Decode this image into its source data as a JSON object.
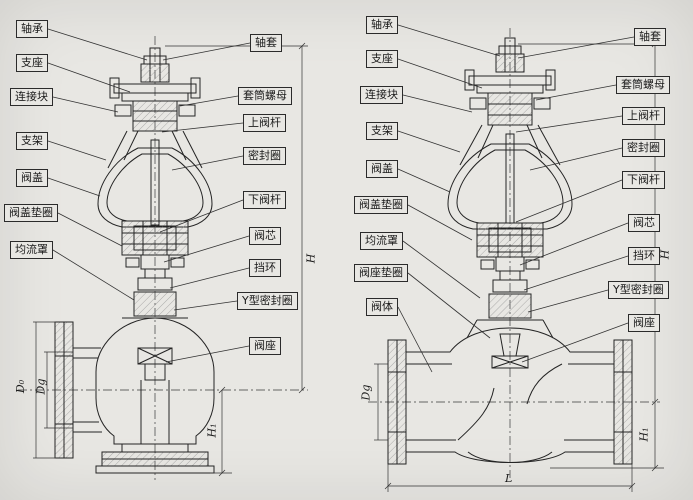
{
  "colors": {
    "background": "#e8e7e3",
    "ink": "#242424",
    "label_border": "#2b2b2b"
  },
  "left_diagram": {
    "labels_left": [
      "轴承",
      "支座",
      "连接块",
      "支架",
      "阀盖",
      "阀盖垫圈",
      "均流罩"
    ],
    "labels_right": [
      "轴套",
      "套筒螺母",
      "上阀杆",
      "密封圈",
      "下阀杆",
      "阀芯",
      "挡环",
      "Y型密封圈",
      "阀座"
    ],
    "dimensions": {
      "h": "H",
      "h1": "H₁",
      "d0": "D₀",
      "dg": "Dg"
    }
  },
  "right_diagram": {
    "labels_left": [
      "轴承",
      "支座",
      "连接块",
      "支架",
      "阀盖",
      "阀盖垫圈",
      "均流罩",
      "阀座垫圈",
      "阀体"
    ],
    "labels_right": [
      "轴套",
      "套筒螺母",
      "上阀杆",
      "密封圈",
      "下阀杆",
      "阀芯",
      "挡环",
      "Y型密封圈",
      "阀座"
    ],
    "dimensions": {
      "h": "H",
      "h1": "H₁",
      "l": "L",
      "dg": "Dg"
    }
  }
}
